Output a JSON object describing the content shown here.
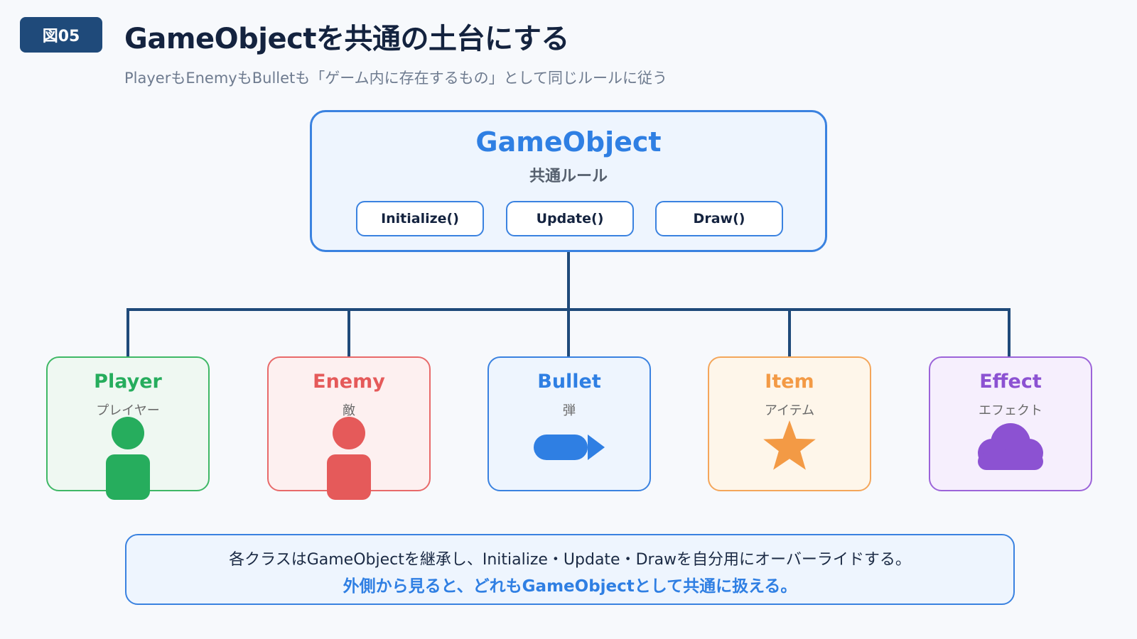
{
  "header": {
    "figure_label": "図05",
    "title": "GameObjectを共通の土台にする",
    "subtitle": "PlayerもEnemyもBulletも「ゲーム内に存在するもの」として同じルールに従う"
  },
  "base_class": {
    "name": "GameObject",
    "subtitle": "共通ルール",
    "methods": [
      "Initialize()",
      "Update()",
      "Draw()"
    ]
  },
  "children": [
    {
      "name": "Player",
      "subtitle": "プレイヤー",
      "icon": "person-icon",
      "color": "#26ad5d"
    },
    {
      "name": "Enemy",
      "subtitle": "敵",
      "icon": "person-icon",
      "color": "#e55a5a"
    },
    {
      "name": "Bullet",
      "subtitle": "弾",
      "icon": "bullet-icon",
      "color": "#2f7fe3"
    },
    {
      "name": "Item",
      "subtitle": "アイテム",
      "icon": "star-icon",
      "color": "#f39a45"
    },
    {
      "name": "Effect",
      "subtitle": "エフェクト",
      "icon": "cloud-icon",
      "color": "#8c52d2"
    }
  ],
  "note": {
    "line1": "各クラスはGameObjectを継承し、Initialize・Update・Drawを自分用にオーバーライドする。",
    "line2": "外側から見ると、どれもGameObjectとして共通に扱える。"
  },
  "colors": {
    "badge": "#1f4a7a",
    "connector": "#1f4a7a",
    "accent": "#3a82e0"
  }
}
